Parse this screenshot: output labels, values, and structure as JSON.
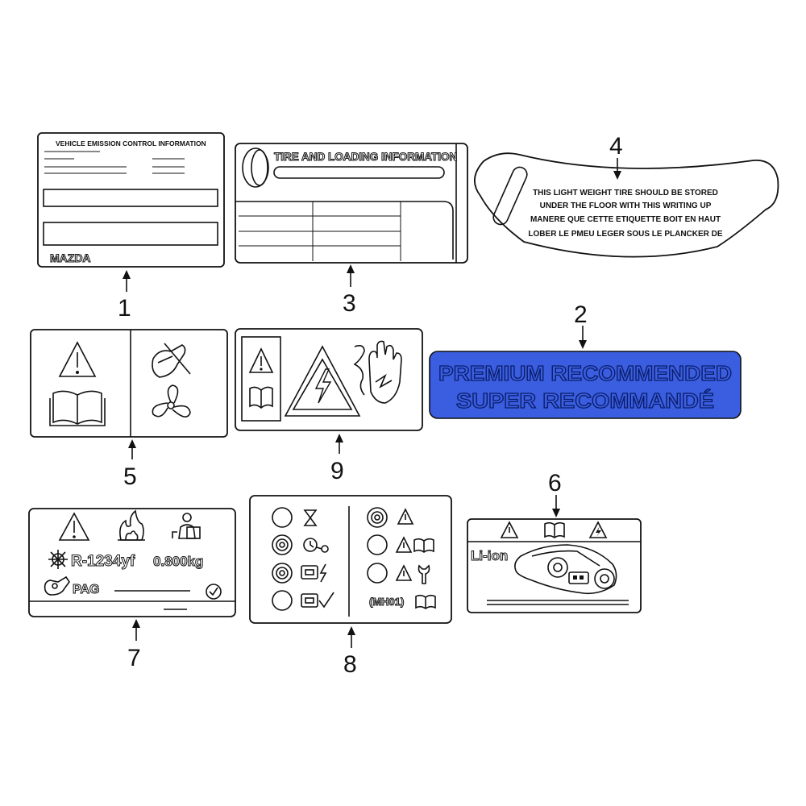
{
  "callouts": {
    "n1": "1",
    "n2": "2",
    "n3": "3",
    "n4": "4",
    "n5": "5",
    "n6": "6",
    "n7": "7",
    "n8": "8",
    "n9": "9"
  },
  "label1": {
    "title": "VEHICLE EMISSION CONTROL INFORMATION",
    "brand": "MAZDA"
  },
  "label2": {
    "line1": "PREMIUM RECOMMENDED",
    "line2": "SUPER RECOMMANDÉ",
    "fill_color": "#3b5ee0",
    "text_color": "#2b4cd6"
  },
  "label3": {
    "title": "TIRE AND LOADING INFORMATION"
  },
  "label4": {
    "line1": "THIS LIGHT WEIGHT TIRE SHOULD BE STORED",
    "line2": "UNDER THE FLOOR WITH THIS WRITING UP",
    "line3": "MANERE QUE CETTE ETIQUETTE BOIT EN HAUT",
    "line4": "LOBER LE PMEU LEGER SOUS LE PLANCKER DE"
  },
  "label6": {
    "battery": "Li-ion"
  },
  "label7": {
    "refrigerant": "R-1234yf",
    "amount": "0.800kg",
    "oil": "PAG"
  },
  "label8": {
    "code": "(MH01)"
  }
}
